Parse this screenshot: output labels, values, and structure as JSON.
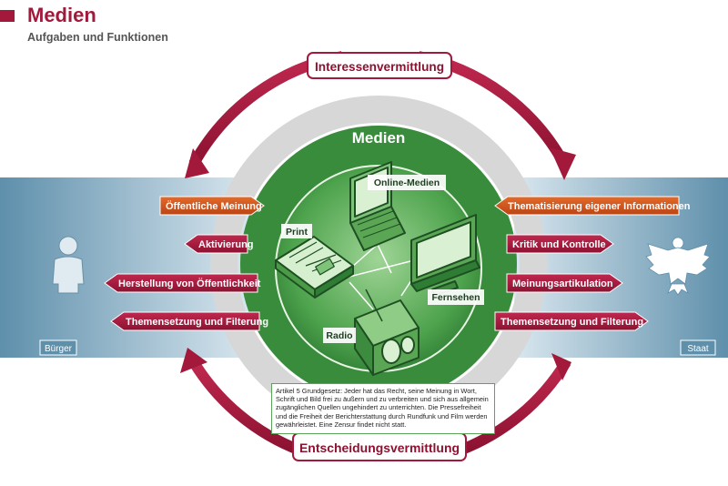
{
  "header": {
    "title": "Medien",
    "subtitle": "Aufgaben und Funktionen"
  },
  "ring": {
    "top_label": "Interessenvermittlung",
    "bottom_label": "Entscheidungsvermittlung"
  },
  "center": {
    "title": "Medien",
    "media": {
      "online": "Online-Medien",
      "print": "Print",
      "tv": "Fernsehen",
      "radio": "Radio"
    }
  },
  "left_panel": {
    "label": "Bürger",
    "arrows": [
      "Öffentliche Meinung",
      "Aktivierung",
      "Herstellung von Öffentlichkeit",
      "Themensetzung und Filterung"
    ]
  },
  "right_panel": {
    "label": "Staat",
    "arrows": [
      "Thematisierung eigener Informationen",
      "Kritik und Kontrolle",
      "Meinungsartikulation",
      "Themensetzung und Filterung"
    ]
  },
  "article_note": "Artikel 5 Grundgesetz: Jeder hat das Recht, seine Meinung in Wort, Schrift und Bild frei zu äußern und zu verbreiten und sich aus allgemein zugänglichen Quellen ungehindert zu unterrichten. Die Pressefreiheit und die Freiheit der Berichterstattung durch Rundfunk und Film werden gewährleistet. Eine Zensur findet nicht statt.",
  "colors": {
    "crimson": "#a3193c",
    "orange": "#d4541d",
    "green_dark": "#2f7d35",
    "green_light": "#62b561",
    "panel_blue": "#7fa6bd"
  }
}
